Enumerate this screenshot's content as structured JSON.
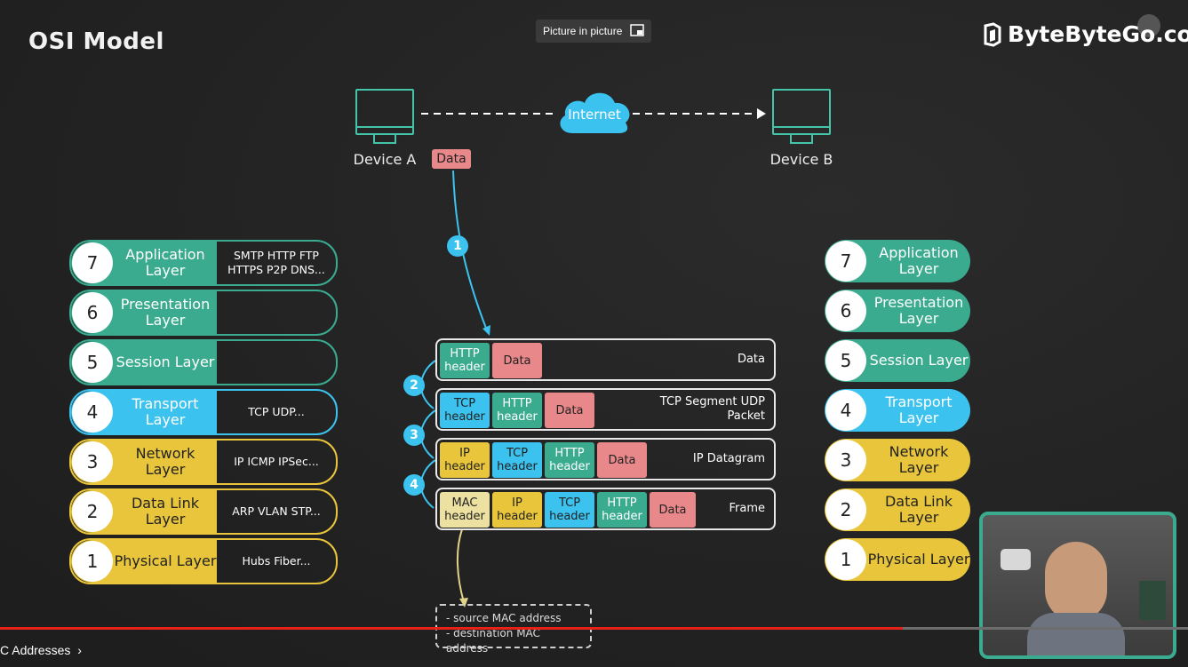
{
  "header": {
    "title": "OSI Model",
    "logo": "ByteByteGo.com"
  },
  "pip_button": {
    "label": "Picture in picture"
  },
  "diagram": {
    "device_a": "Device A",
    "device_b": "Device B",
    "internet": "Internet",
    "data_tag": "Data",
    "steps": [
      "1",
      "2",
      "3",
      "4"
    ],
    "left_layers": [
      {
        "num": "7",
        "name": "Application Layer",
        "protocols": "SMTP HTTP FTP HTTPS P2P DNS..."
      },
      {
        "num": "6",
        "name": "Presentation Layer",
        "protocols": ""
      },
      {
        "num": "5",
        "name": "Session Layer",
        "protocols": ""
      },
      {
        "num": "4",
        "name": "Transport Layer",
        "protocols": "TCP UDP..."
      },
      {
        "num": "3",
        "name": "Network Layer",
        "protocols": "IP ICMP IPSec..."
      },
      {
        "num": "2",
        "name": "Data Link Layer",
        "protocols": "ARP VLAN STP..."
      },
      {
        "num": "1",
        "name": "Physical Layer",
        "protocols": "Hubs Fiber..."
      }
    ],
    "right_layers": [
      {
        "num": "7",
        "name": "Application Layer"
      },
      {
        "num": "6",
        "name": "Presentation Layer"
      },
      {
        "num": "5",
        "name": "Session Layer"
      },
      {
        "num": "4",
        "name": "Transport Layer"
      },
      {
        "num": "3",
        "name": "Network Layer"
      },
      {
        "num": "2",
        "name": "Data Link Layer"
      },
      {
        "num": "1",
        "name": "Physical Layer"
      }
    ],
    "encapsulation": [
      {
        "blocks": [
          "HTTP header",
          "Data"
        ],
        "label": "Data"
      },
      {
        "blocks": [
          "TCP header",
          "HTTP header",
          "Data"
        ],
        "label": "TCP Segment UDP Packet"
      },
      {
        "blocks": [
          "IP header",
          "TCP header",
          "HTTP header",
          "Data"
        ],
        "label": "IP Datagram"
      },
      {
        "blocks": [
          "MAC header",
          "IP header",
          "TCP header",
          "HTTP header",
          "Data"
        ],
        "label": "Frame"
      }
    ],
    "mac_note": [
      "- source MAC address",
      "- destination MAC address"
    ]
  },
  "player": {
    "chapter": "C Addresses",
    "progress_fraction": 0.76
  }
}
